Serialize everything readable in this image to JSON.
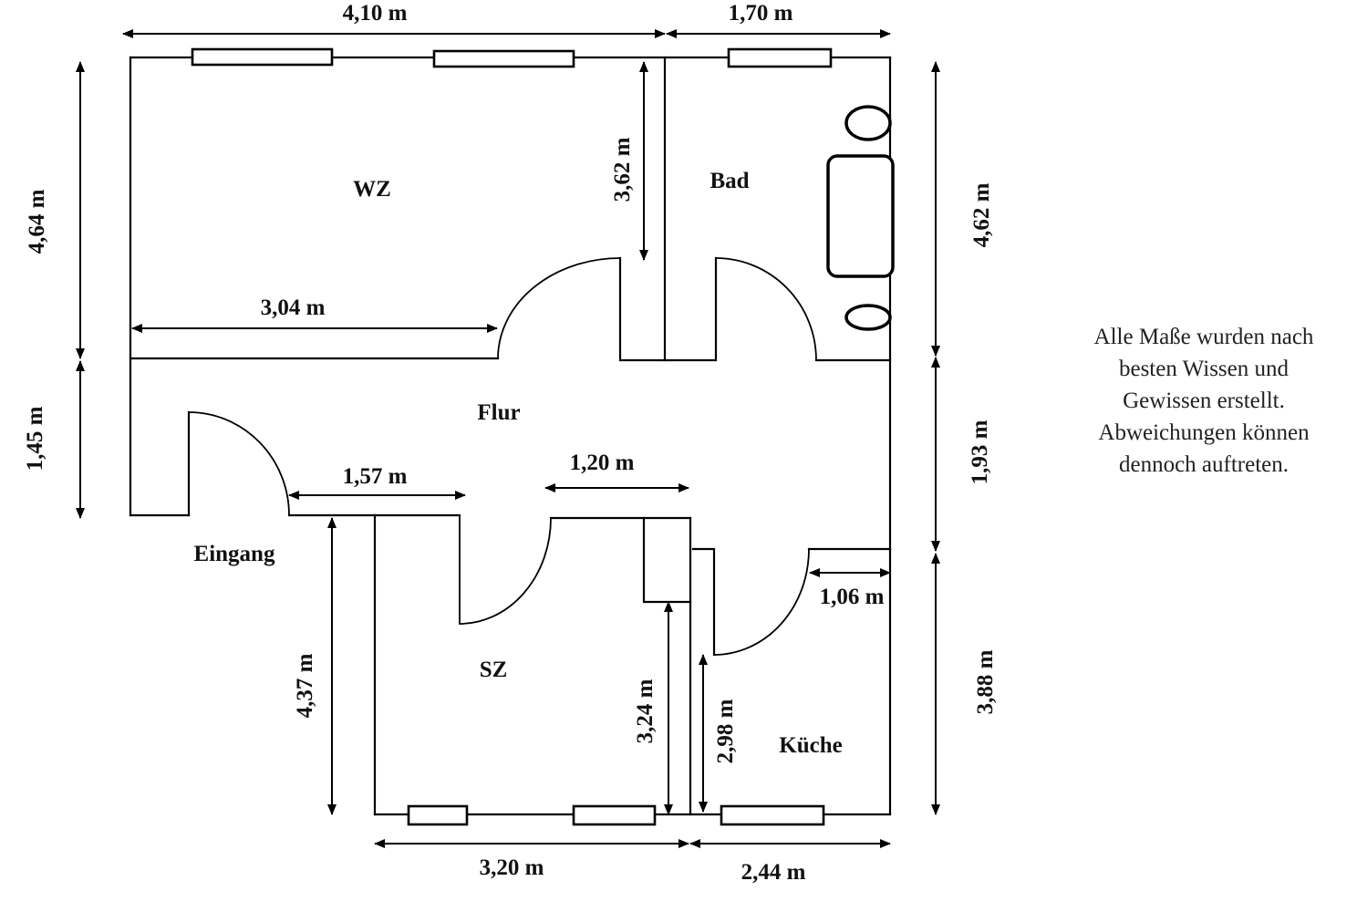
{
  "rooms": {
    "wz": "WZ",
    "bad": "Bad",
    "flur": "Flur",
    "eingang": "Eingang",
    "sz": "SZ",
    "kueche": "Küche"
  },
  "dimensions": {
    "top_left_width": "4,10 m",
    "top_right_width": "1,70 m",
    "left_upper_height": "4,64 m",
    "left_lower_height": "1,45 m",
    "wz_inner_height": "3,62 m",
    "wz_inner_width": "3,04 m",
    "right_upper_height": "4,62 m",
    "right_middle_height": "1,93 m",
    "right_lower_height": "3,88 m",
    "entrance_width": "1,57 m",
    "hall_opening_width": "1,20 m",
    "kitchen_door_width": "1,06 m",
    "sz_left_height": "4,37 m",
    "sz_right_height": "3,24 m",
    "kitchen_left_height": "2,98 m",
    "bottom_left_width": "3,20 m",
    "bottom_right_width": "2,44 m"
  },
  "note": {
    "lines": [
      "Alle Maße wurden nach",
      "besten Wissen und",
      "Gewissen erstellt.",
      "Abweichungen können",
      "dennoch auftreten."
    ]
  }
}
